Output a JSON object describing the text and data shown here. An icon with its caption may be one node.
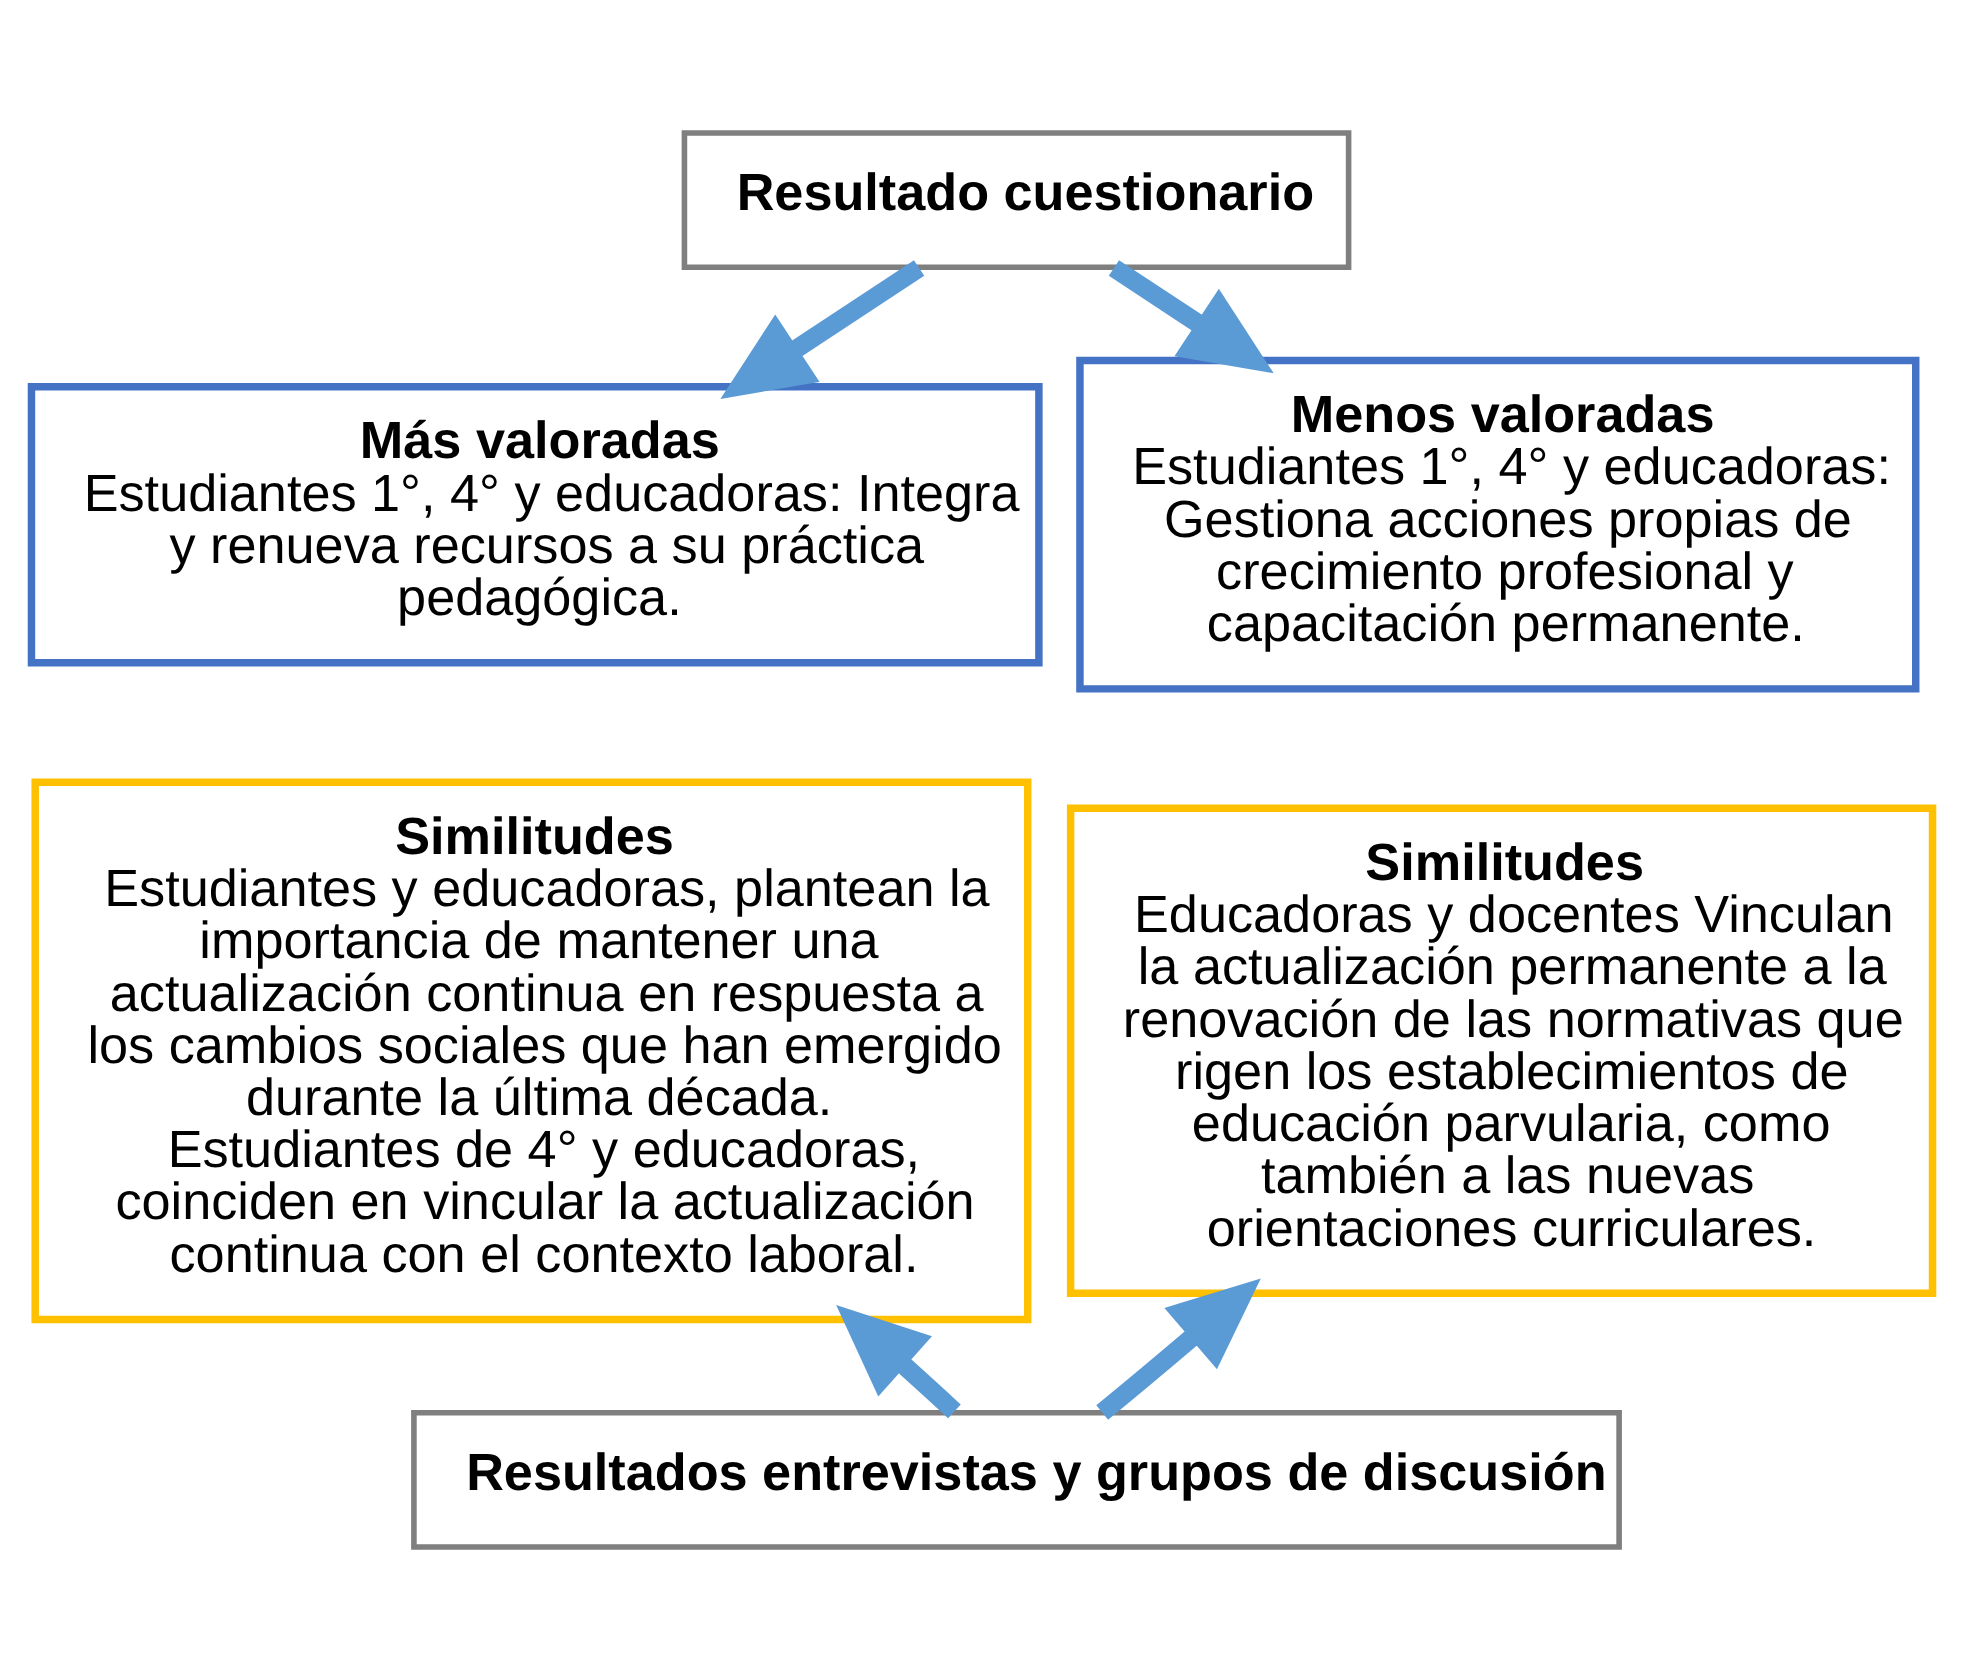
{
  "diagram": {
    "nodes": [
      {
        "text": [
          "Resultado cuestionario"
        ]
      },
      {
        "text": [
          "Más valoradas",
          "Estudiantes 1°, 4° y educadoras: Integra y renueva recursos a su práctica pedagógica."
        ]
      },
      {
        "text": [
          "Menos valoradas",
          "Estudiantes 1°, 4° y educadoras: Gestiona acciones propias de crecimiento profesional y capacitación permanente."
        ]
      },
      {
        "text": [
          "Similitudes",
          "Estudiantes y educadoras, plantean la importancia de mantener una actualización continua en respuesta a los cambios sociales que han emergido durante la última década.",
          "Estudiantes de 4° y educadoras, coinciden en vincular la actualización continua con el contexto laboral."
        ]
      },
      {
        "text": [
          "Similitudes",
          "Educadoras y docentes Vinculan la actualización permanente a la renovación de las normativas que rigen los establecimientos de educación parvularia, como también a las nuevas orientaciones curriculares."
        ]
      },
      {
        "text": [
          "Resultados entrevistas y grupos de discusión"
        ]
      }
    ],
    "edges": [
      {
        "from": 0,
        "to": 1,
        "arrow": "to"
      },
      {
        "from": 0,
        "to": 2,
        "arrow": "to"
      },
      {
        "from": 5,
        "to": 3,
        "arrow": "to"
      },
      {
        "from": 5,
        "to": 4,
        "arrow": "to"
      }
    ]
  }
}
